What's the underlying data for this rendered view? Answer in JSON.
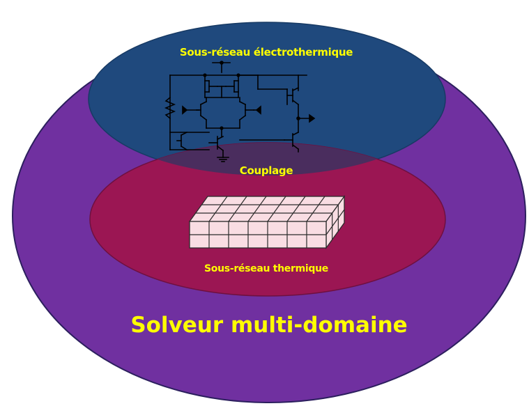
{
  "labels": {
    "electrothermal_subnetwork": "Sous-réseau électrothermique",
    "coupling": "Couplage",
    "thermal_subnetwork": "Sous-réseau thermique",
    "solver": "Solveur multi-domaine"
  },
  "colors": {
    "outer": "#7030a0",
    "outer_stroke": "#2c1f5e",
    "electro": "#1f497d",
    "thermal": "#9b1653",
    "overlap": "#4a2d5e",
    "label": "#ffff00",
    "cube_face": "#f9dde3",
    "cube_line": "#2b2b2b"
  },
  "grid": {
    "cols": 7,
    "rows": 2,
    "depth": 3
  }
}
